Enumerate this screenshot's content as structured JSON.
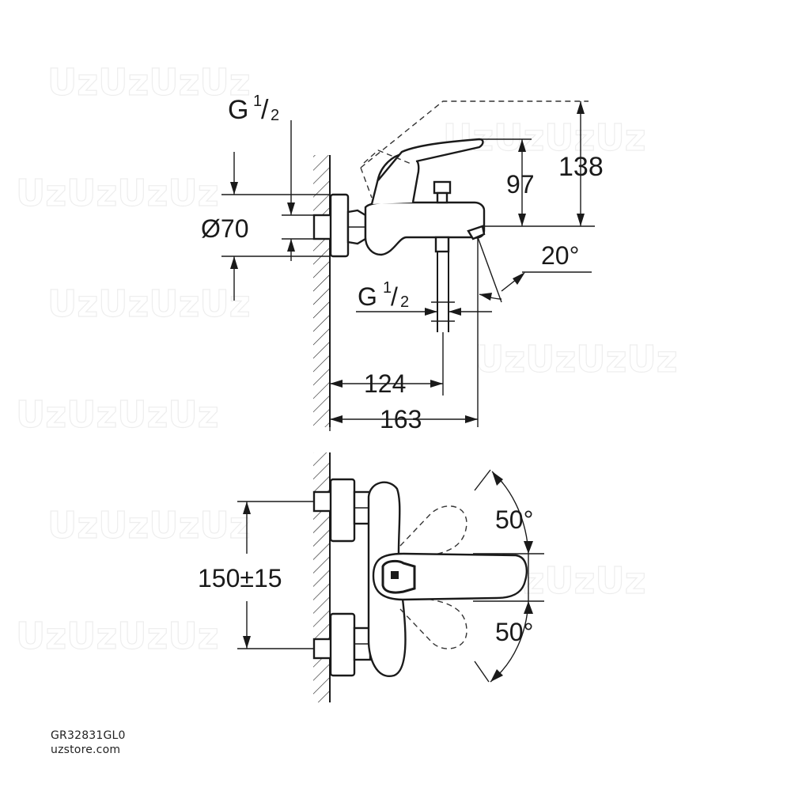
{
  "watermark": "UzUzUzUz",
  "dimensions": {
    "top_inlet_thread": {
      "g": "G",
      "num": "1",
      "den": "2"
    },
    "spout_thread": {
      "g": "G",
      "num": "1",
      "den": "2"
    },
    "diameter": "Ø70",
    "height_outlet": "97",
    "height_total": "138",
    "angle_spout": "20°",
    "depth_outlet": "124",
    "depth_total": "163",
    "centres": "150±15",
    "angle_upper": "50°",
    "angle_lower": "50°"
  },
  "caption": {
    "code": "GR32831GL0",
    "site": "uzstore.com"
  }
}
